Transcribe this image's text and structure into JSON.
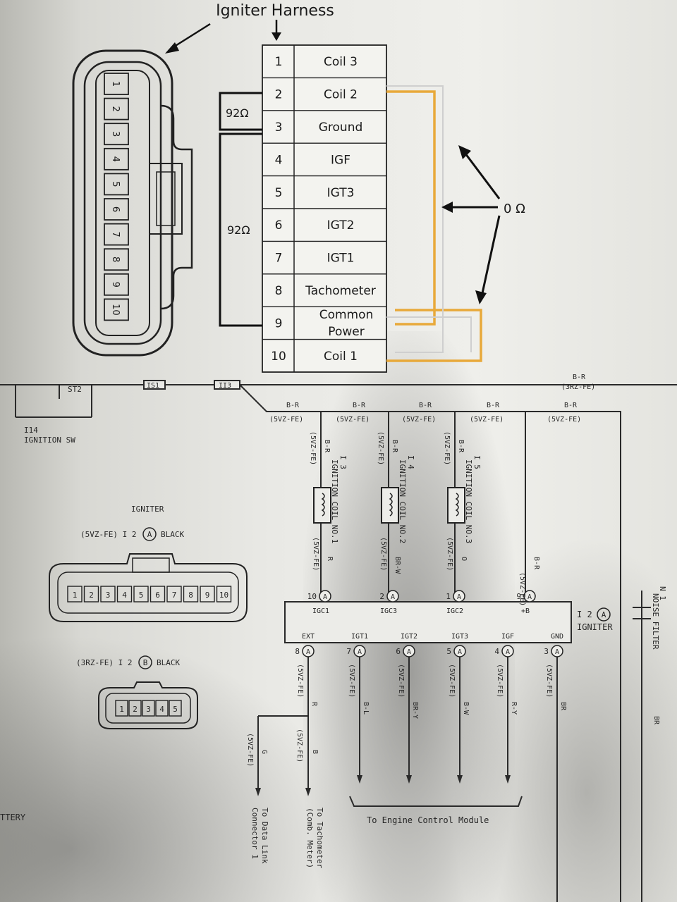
{
  "harness": {
    "title": "Igniter Harness",
    "pins": [
      {
        "num": "1",
        "label": "Coil 3"
      },
      {
        "num": "2",
        "label": "Coil 2"
      },
      {
        "num": "3",
        "label": "Ground"
      },
      {
        "num": "4",
        "label": "IGF"
      },
      {
        "num": "5",
        "label": "IGT3"
      },
      {
        "num": "6",
        "label": "IGT2"
      },
      {
        "num": "7",
        "label": "IGT1"
      },
      {
        "num": "8",
        "label": "Tachometer"
      },
      {
        "num": "9",
        "label_line1": "Common",
        "label_line2": "Power"
      },
      {
        "num": "10",
        "label": "Coil 1"
      }
    ],
    "connector_pins": [
      "1",
      "2",
      "3",
      "4",
      "5",
      "6",
      "7",
      "8",
      "9",
      "10"
    ],
    "resistance_small": "92Ω",
    "resistance_large": "92Ω",
    "zero_ohm": "0 Ω",
    "wire_color": "#e8a93a"
  },
  "schematic": {
    "sw_label": "ST2",
    "fuse1": "IS1",
    "fuse2": "II3",
    "ign_sw_1": "I14",
    "ign_sw_2": "IGNITION SW",
    "wire_top_1": "B-R",
    "wire_top_1b": "(3RZ-FE)",
    "bus_labels": [
      {
        "w": "B-R",
        "m": "(5VZ-FE)"
      },
      {
        "w": "B-R",
        "m": "(5VZ-FE)"
      },
      {
        "w": "B-R",
        "m": "(5VZ-FE)"
      },
      {
        "w": "B-R",
        "m": "(5VZ-FE)"
      },
      {
        "w": "B-R",
        "m": "(5VZ-FE)"
      }
    ],
    "coils": [
      {
        "id": "I 3",
        "name": "IGNITION COIL NO.1",
        "in": "B-R",
        "out": "R"
      },
      {
        "id": "I 4",
        "name": "IGNITION COIL NO.2",
        "in": "B-R",
        "out": "BR-W"
      },
      {
        "id": "I 5",
        "name": "IGNITION COIL NO.3",
        "in": "B-R",
        "out": "O"
      }
    ],
    "model": "(5VZ-FE)",
    "igniter_title": "IGNITER",
    "igniter_conn1": "(5VZ-FE) I 2",
    "igniter_conn1_circle": "A",
    "igniter_conn1_color": "BLACK",
    "igniter_conn2": "(3RZ-FE) I 2",
    "igniter_conn2_circle": "B",
    "igniter_conn2_color": "BLACK",
    "conn_a_pins": [
      "1",
      "2",
      "3",
      "4",
      "5",
      "6",
      "7",
      "8",
      "9",
      "10"
    ],
    "conn_b_pins": [
      "1",
      "2",
      "3",
      "4",
      "5"
    ],
    "box_top_pins": [
      {
        "n": "10",
        "name": "IGC1"
      },
      {
        "n": "2",
        "name": "IGC3"
      },
      {
        "n": "1",
        "name": "IGC2"
      },
      {
        "n": "9",
        "name": "+B"
      }
    ],
    "box_bottom_pins": [
      {
        "n": "8",
        "name": "EXT",
        "wire": "R"
      },
      {
        "n": "7",
        "name": "IGT1",
        "wire": "B-L"
      },
      {
        "n": "6",
        "name": "IGT2",
        "wire": "BR-Y"
      },
      {
        "n": "5",
        "name": "IGT3",
        "wire": "B-W"
      },
      {
        "n": "4",
        "name": "IGF",
        "wire": "R-Y"
      },
      {
        "n": "3",
        "name": "GND",
        "wire": "BR"
      }
    ],
    "box_id": "I 2",
    "box_circle": "A",
    "box_name": "IGNITER",
    "wire_r_plus": "B-R",
    "noise_id": "N 1",
    "noise_name": "NOISE FILTER",
    "noise_wire": "BR",
    "ext_b": "B",
    "ext_g": "G",
    "dest_dlc_1": "To Data Link",
    "dest_dlc_2": "Connector 1",
    "dest_tach_1": "To Tachometer",
    "dest_tach_2": "(Comb. Meter)",
    "dest_ecm": "To Engine Control Module",
    "battery": "TTERY"
  }
}
